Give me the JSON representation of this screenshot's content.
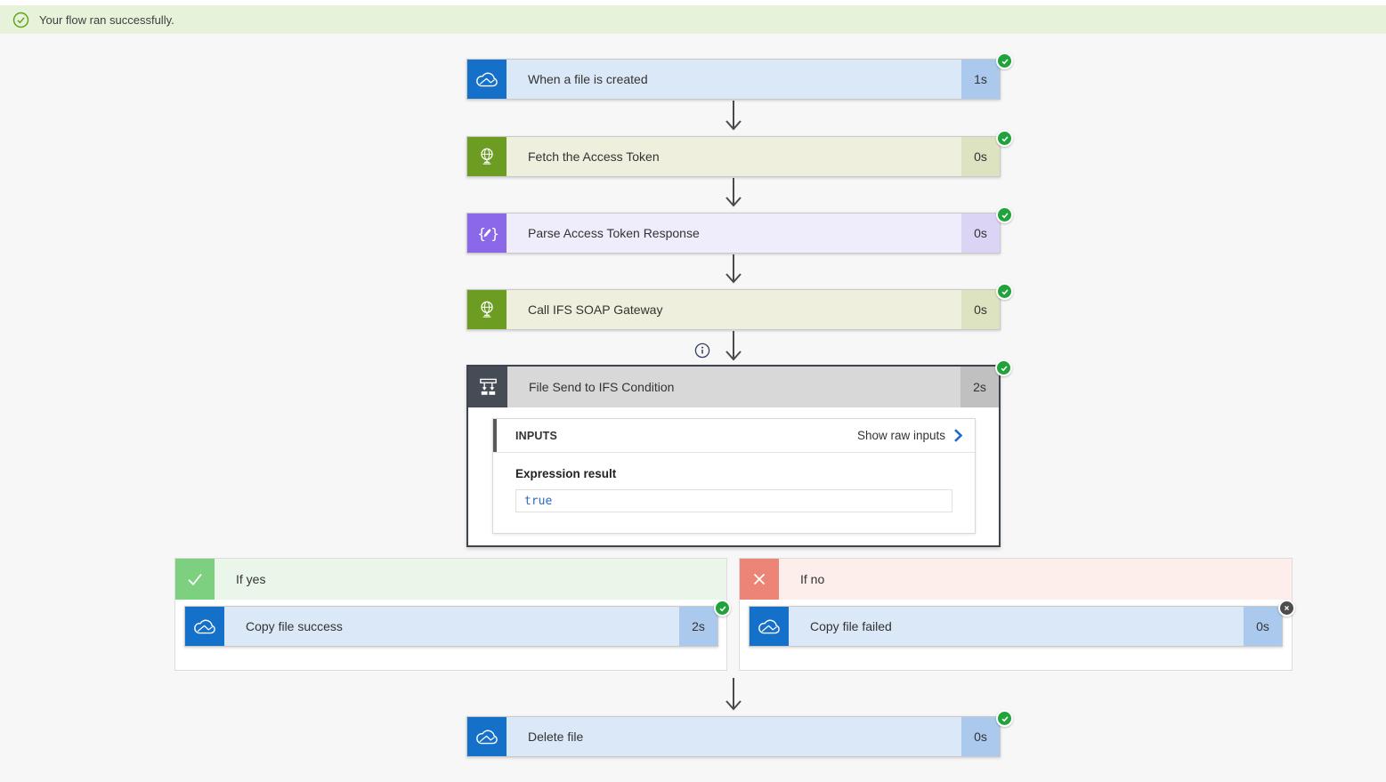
{
  "banner": {
    "message": "Your flow ran successfully."
  },
  "flow": {
    "trigger": {
      "title": "When a file is created",
      "duration": "1s",
      "status": "succeeded"
    },
    "fetch_token": {
      "title": "Fetch the Access Token",
      "duration": "0s",
      "status": "succeeded"
    },
    "parse_token": {
      "title": "Parse Access Token Response",
      "duration": "0s",
      "status": "succeeded"
    },
    "call_gateway": {
      "title": "Call IFS SOAP Gateway",
      "duration": "0s",
      "status": "succeeded"
    },
    "condition": {
      "title": "File Send to IFS Condition",
      "duration": "2s",
      "status": "succeeded",
      "inputs_panel": {
        "header": "INPUTS",
        "show_raw_link": "Show raw inputs",
        "field_label": "Expression result",
        "field_value": "true"
      }
    },
    "branch_yes": {
      "label": "If yes",
      "action": {
        "title": "Copy file success",
        "duration": "2s",
        "status": "succeeded"
      }
    },
    "branch_no": {
      "label": "If no",
      "action": {
        "title": "Copy file failed",
        "duration": "0s",
        "status": "skipped"
      }
    },
    "delete_file": {
      "title": "Delete file",
      "duration": "0s",
      "status": "succeeded"
    }
  },
  "icons": {
    "banner_status": "success-circle-icon",
    "onedrive": "onedrive-cloud-icon",
    "http": "http-globe-icon",
    "parse_json": "parse-json-icon",
    "condition": "condition-branch-icon",
    "branch_yes": "check-icon",
    "branch_no": "x-icon",
    "succeeded_badge": "check-badge-icon",
    "skipped_badge": "cancel-badge-icon",
    "show_raw": "chevron-right-icon",
    "info": "info-icon"
  },
  "colors": {
    "page_bg": "#f7f7f7",
    "banner_bg": "#e7f2da",
    "banner_green": "#5fa312",
    "onedrive_blue": "#1470c8",
    "onedrive_body": "#dbe8f7",
    "onedrive_badge": "#abc9ed",
    "http_green": "#6d9c23",
    "http_body": "#eef0dd",
    "http_badge": "#dde3c1",
    "parse_purple": "#8a68e8",
    "parse_body": "#efecfb",
    "parse_badge": "#dcd4f4",
    "cond_dark": "#454c55",
    "cond_header": "#d8d8d8",
    "cond_badge": "#c0c0c0",
    "yes_green": "#7cd080",
    "yes_header": "#eaf6ea",
    "no_red": "#ec8577",
    "no_header": "#fdeeec",
    "success_green": "#21a23b",
    "skip_gray": "#4d4d4d",
    "arrow": "#4a4a4a",
    "link_blue": "#1f6cc7",
    "true_blue": "#2a6bc0"
  }
}
